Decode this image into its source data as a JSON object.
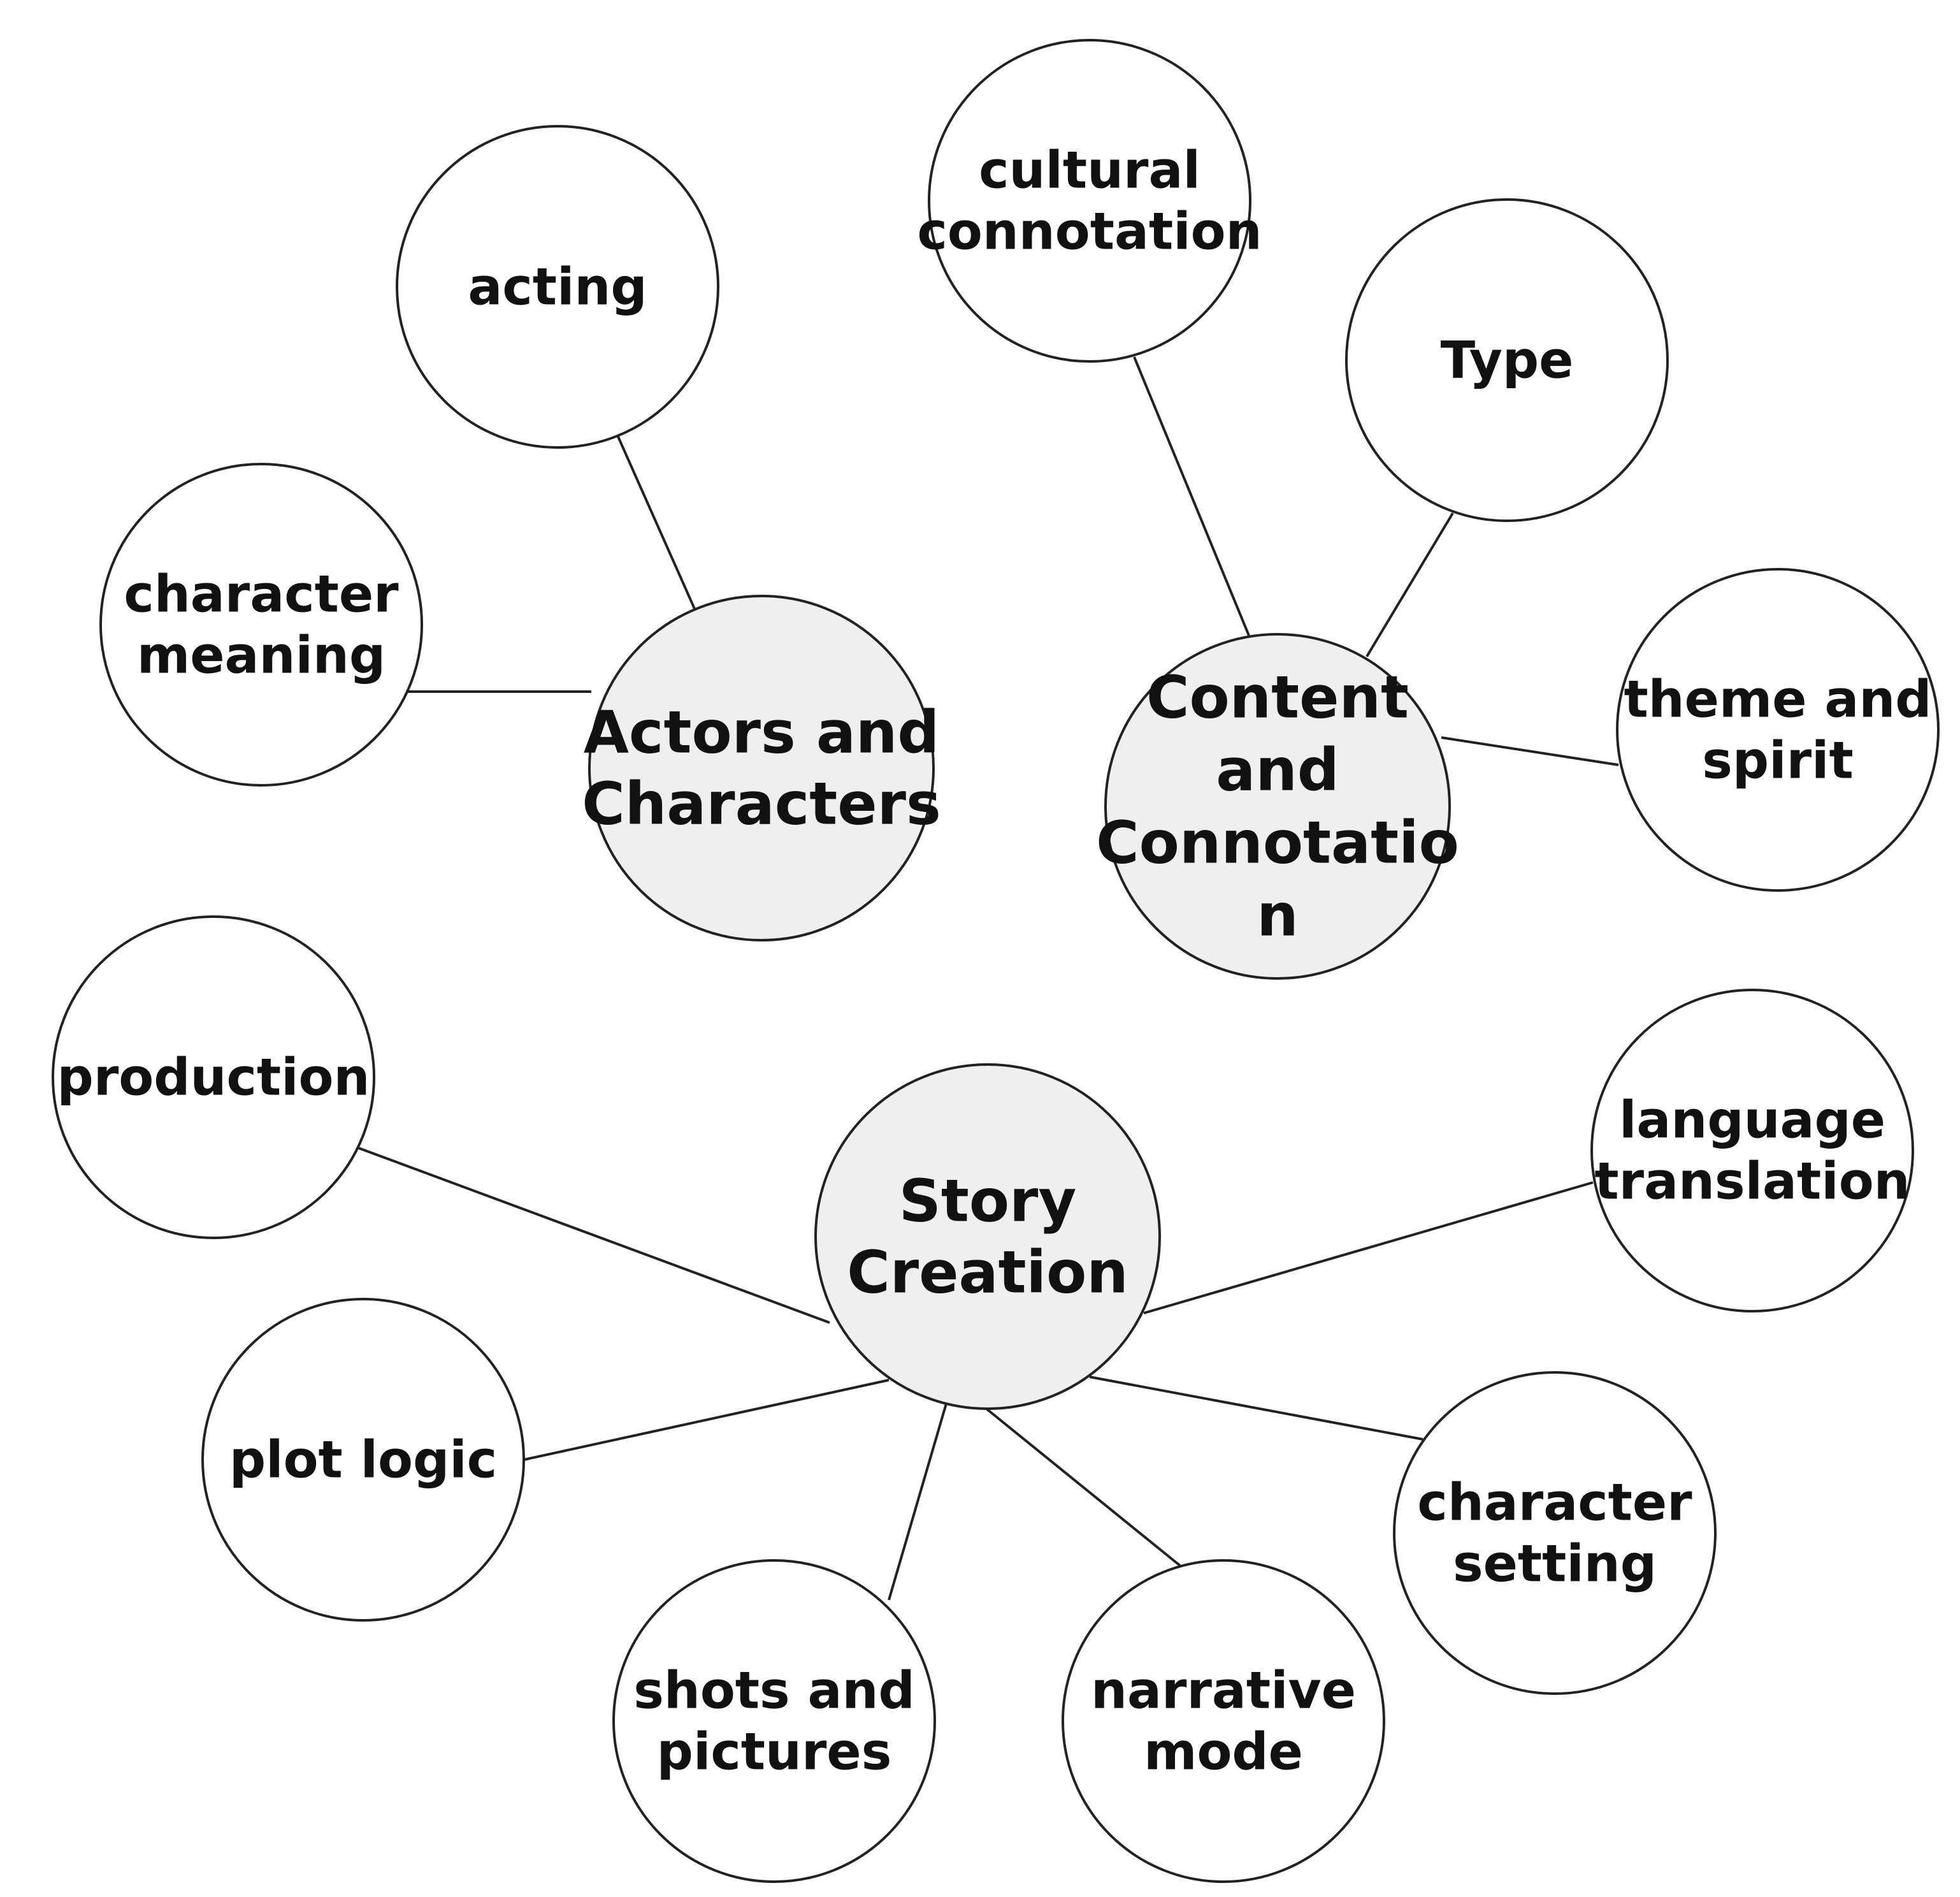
{
  "colors": {
    "hub_fill": "#efefef",
    "leaf_fill": "#ffffff",
    "stroke": "#222222",
    "text": "#111111"
  },
  "hubs": {
    "actors": {
      "lines": [
        "Actors and",
        "Characters"
      ]
    },
    "content": {
      "lines": [
        "Content",
        "and",
        "Connotatio",
        "n"
      ]
    },
    "story": {
      "lines": [
        "Story",
        "Creation"
      ]
    }
  },
  "leaves": {
    "acting": {
      "lines": [
        "acting"
      ]
    },
    "character_meaning": {
      "lines": [
        "character",
        "meaning"
      ]
    },
    "cultural_connotation": {
      "lines": [
        "cultural",
        "connotation"
      ]
    },
    "type": {
      "lines": [
        "Type"
      ]
    },
    "theme_and_spirit": {
      "lines": [
        "theme and",
        "spirit"
      ]
    },
    "production": {
      "lines": [
        "production"
      ]
    },
    "language_translation": {
      "lines": [
        "language",
        "translation"
      ]
    },
    "plot_logic": {
      "lines": [
        "plot logic"
      ]
    },
    "character_setting": {
      "lines": [
        "character",
        "setting"
      ]
    },
    "shots_and_pictures": {
      "lines": [
        "shots and",
        "pictures"
      ]
    },
    "narrative_mode": {
      "lines": [
        "narrative",
        "mode"
      ]
    }
  }
}
